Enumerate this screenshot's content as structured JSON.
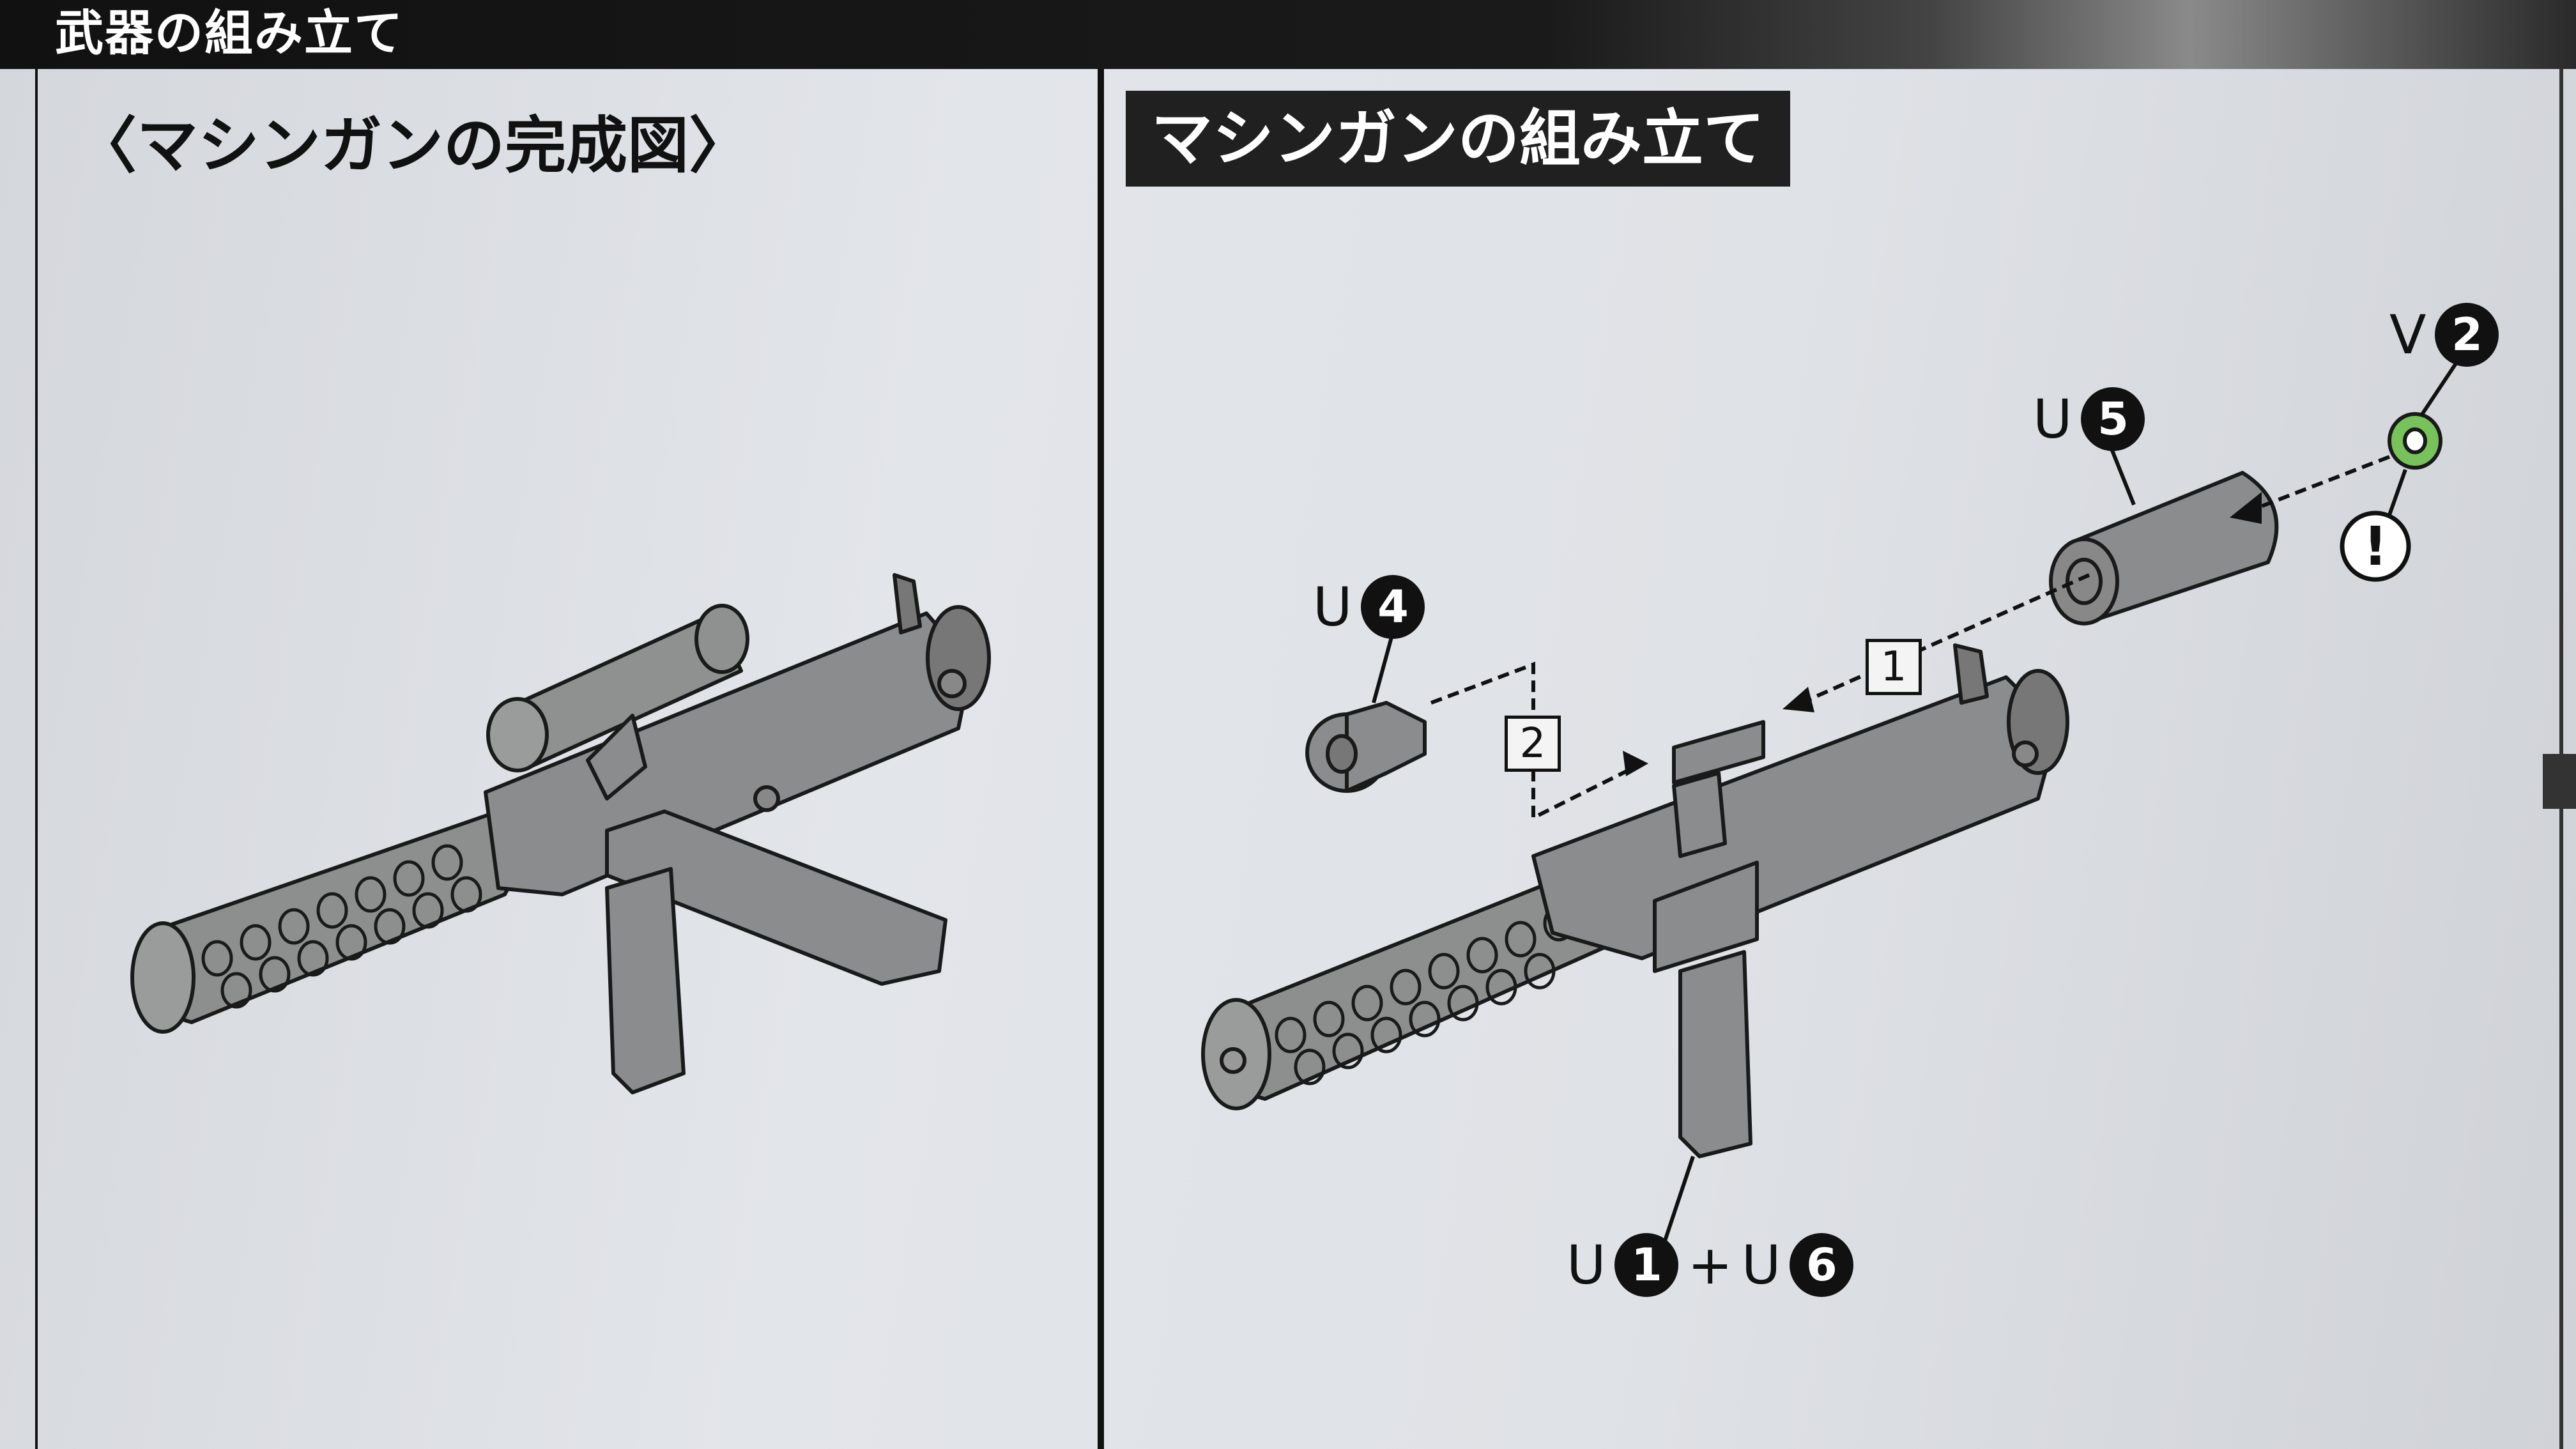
{
  "header": {
    "section_title": "武器の組み立て"
  },
  "left_panel": {
    "heading": "〈マシンガンの完成図〉"
  },
  "right_panel": {
    "heading": "マシンガンの組み立て",
    "parts": {
      "u4": {
        "letter": "U",
        "number": "4"
      },
      "u5": {
        "letter": "U",
        "number": "5"
      },
      "v2": {
        "letter": "V",
        "number": "2"
      },
      "u1": {
        "letter": "U",
        "number": "1"
      },
      "plus": "+",
      "u6": {
        "letter": "U",
        "number": "6"
      }
    },
    "steps": {
      "step1": "1",
      "step2": "2"
    },
    "caution_mark": "!"
  },
  "colors": {
    "band": "#111111",
    "gun_gray": "#8a8c8d",
    "accent_green": "#77c25a"
  }
}
